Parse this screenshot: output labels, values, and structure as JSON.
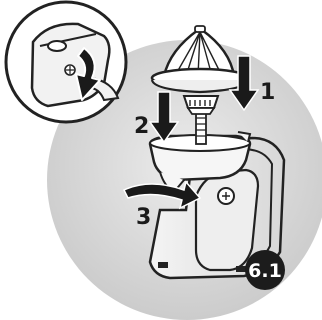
{
  "figure": {
    "steps": [
      {
        "number": "1"
      },
      {
        "number": "2"
      },
      {
        "number": "3"
      }
    ],
    "badge": "6.1"
  }
}
